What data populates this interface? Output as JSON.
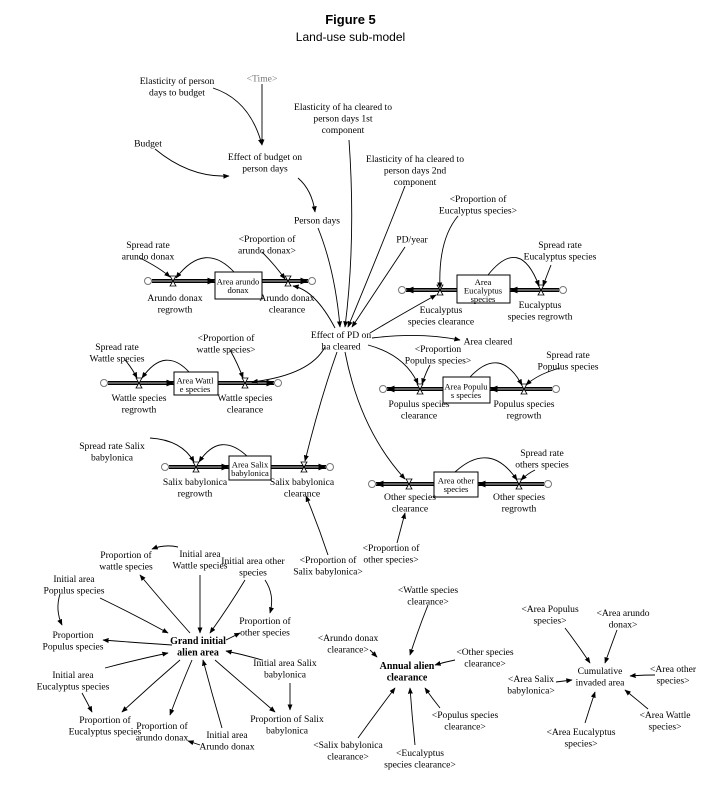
{
  "title": "Figure 5",
  "subtitle": "Land-use sub-model",
  "nodes": {
    "elast_pd_budget": {
      "lines": [
        "Elasticity of person",
        "days to budget"
      ]
    },
    "time": {
      "lines": [
        "<Time>"
      ]
    },
    "budget": {
      "lines": [
        "Budget"
      ]
    },
    "effect_budget": {
      "lines": [
        "Effect of budget on",
        "person days"
      ]
    },
    "elast1": {
      "lines": [
        "Elasticity of ha cleared to",
        "person days 1st",
        "component"
      ]
    },
    "elast2": {
      "lines": [
        "Elasticity of ha cleared to",
        "person days 2nd",
        "component"
      ]
    },
    "person_days": {
      "lines": [
        "Person days"
      ]
    },
    "pd_year": {
      "lines": [
        "PD/year"
      ]
    },
    "prop_euc": {
      "lines": [
        "<Proportion of",
        "Eucalyptus species>"
      ]
    },
    "spread_arundo": {
      "lines": [
        "Spread rate",
        "arundo donax"
      ]
    },
    "prop_arundo": {
      "lines": [
        "<Proportion of",
        "arundo donax>"
      ]
    },
    "area_arundo": {
      "lines": [
        "Area arundo",
        "donax"
      ]
    },
    "arundo_regrowth": {
      "lines": [
        "Arundo donax",
        "regrowth"
      ]
    },
    "arundo_clear": {
      "lines": [
        "Arundo donax",
        "clearance"
      ]
    },
    "spread_euc": {
      "lines": [
        "Spread rate",
        "Eucalyptus species"
      ]
    },
    "area_euc": {
      "lines": [
        "Area",
        "Eucalyptus",
        "species"
      ]
    },
    "euc_clear": {
      "lines": [
        "Eucalyptus",
        "species clearance"
      ]
    },
    "euc_regrowth": {
      "lines": [
        "Eucalyptus",
        "species regrowth"
      ]
    },
    "effect_pd": {
      "lines": [
        "Effect of PD on",
        "ha cleared"
      ]
    },
    "area_cleared": {
      "lines": [
        "Area cleared"
      ]
    },
    "prop_populus": {
      "lines": [
        "<Proportion",
        "Populus species>"
      ]
    },
    "spread_populus": {
      "lines": [
        "Spread rate",
        "Populus species"
      ]
    },
    "area_populus": {
      "lines": [
        "Area Populu",
        "s species"
      ]
    },
    "populus_clear": {
      "lines": [
        "Populus species",
        "clearance"
      ]
    },
    "populus_regrowth": {
      "lines": [
        "Populus species",
        "regrowth"
      ]
    },
    "spread_wattle": {
      "lines": [
        "Spread rate",
        "Wattle species"
      ]
    },
    "prop_wattle": {
      "lines": [
        "<Proportion of",
        "wattle species>"
      ]
    },
    "area_wattle": {
      "lines": [
        "Area Wattl",
        "e species"
      ]
    },
    "wattle_regrowth": {
      "lines": [
        "Wattle species",
        "regrowth"
      ]
    },
    "wattle_clear": {
      "lines": [
        "Wattle species",
        "clearance"
      ]
    },
    "spread_salix": {
      "lines": [
        "Spread rate Salix",
        "babylonica"
      ]
    },
    "area_salix": {
      "lines": [
        "Area Salix",
        "babylonica"
      ]
    },
    "salix_regrowth": {
      "lines": [
        "Salix babylonica",
        "regrowth"
      ]
    },
    "salix_clear": {
      "lines": [
        "Salix babylonica",
        "clearance"
      ]
    },
    "spread_others": {
      "lines": [
        "Spread rate",
        "others species"
      ]
    },
    "area_other": {
      "lines": [
        "Area other",
        "species"
      ]
    },
    "other_clear": {
      "lines": [
        "Other species",
        "clearance"
      ]
    },
    "other_regrowth": {
      "lines": [
        "Other species",
        "regrowth"
      ]
    },
    "prop_other": {
      "lines": [
        "<Proportion of",
        "other species>"
      ]
    },
    "prop_salix": {
      "lines": [
        "<Proportion of",
        "Salix babylonica>"
      ]
    },
    "prop_wattle2": {
      "lines": [
        "Proportion of",
        "wattle species"
      ]
    },
    "init_wattle": {
      "lines": [
        "Initial area",
        "Wattle species"
      ]
    },
    "init_other": {
      "lines": [
        "Initial area other",
        "species"
      ]
    },
    "init_populus": {
      "lines": [
        "Initial area",
        "Populus species"
      ]
    },
    "prop_populus2": {
      "lines": [
        "Proportion",
        "Populus species"
      ]
    },
    "grand": {
      "lines": [
        "Grand initial",
        "alien area"
      ]
    },
    "prop_other2": {
      "lines": [
        "Proportion of",
        "other species"
      ]
    },
    "init_euc": {
      "lines": [
        "Initial area",
        "Eucalyptus species"
      ]
    },
    "init_salix": {
      "lines": [
        "Initial area Salix",
        "babylonica"
      ]
    },
    "prop_euc2": {
      "lines": [
        "Proportion of",
        "Eucalyptus species"
      ]
    },
    "prop_arundo2": {
      "lines": [
        "Proportion of",
        "arundo donax"
      ]
    },
    "init_arundo": {
      "lines": [
        "Initial area",
        "Arundo donax"
      ]
    },
    "prop_salix2": {
      "lines": [
        "Proportion of Salix",
        "babylonica"
      ]
    },
    "s_wattle_clear": {
      "lines": [
        "<Wattle species",
        "clearance>"
      ]
    },
    "s_arundo_clear": {
      "lines": [
        "<Arundo donax",
        "clearance>"
      ]
    },
    "annual": {
      "lines": [
        "Annual alien",
        "clearance"
      ]
    },
    "s_other_clear": {
      "lines": [
        "<Other species",
        "clearance>"
      ]
    },
    "s_populus_clear": {
      "lines": [
        "<Populus species",
        "clearance>"
      ]
    },
    "s_salix_clear": {
      "lines": [
        "<Salix babylonica",
        "clearance>"
      ]
    },
    "s_euc_clear": {
      "lines": [
        "<Eucalyptus",
        "species clearance>"
      ]
    },
    "a_populus": {
      "lines": [
        "<Area Populus",
        "species>"
      ]
    },
    "a_arundo": {
      "lines": [
        "<Area arundo",
        "donax>"
      ]
    },
    "a_other": {
      "lines": [
        "<Area other",
        "species>"
      ]
    },
    "cumulative": {
      "lines": [
        "Cumulative",
        "invaded area"
      ]
    },
    "a_salix": {
      "lines": [
        "<Area Salix",
        "babylonica>"
      ]
    },
    "a_wattle": {
      "lines": [
        "<Area Wattle",
        "species>"
      ]
    },
    "a_euc": {
      "lines": [
        "<Area Eucalyptus",
        "species>"
      ]
    }
  }
}
